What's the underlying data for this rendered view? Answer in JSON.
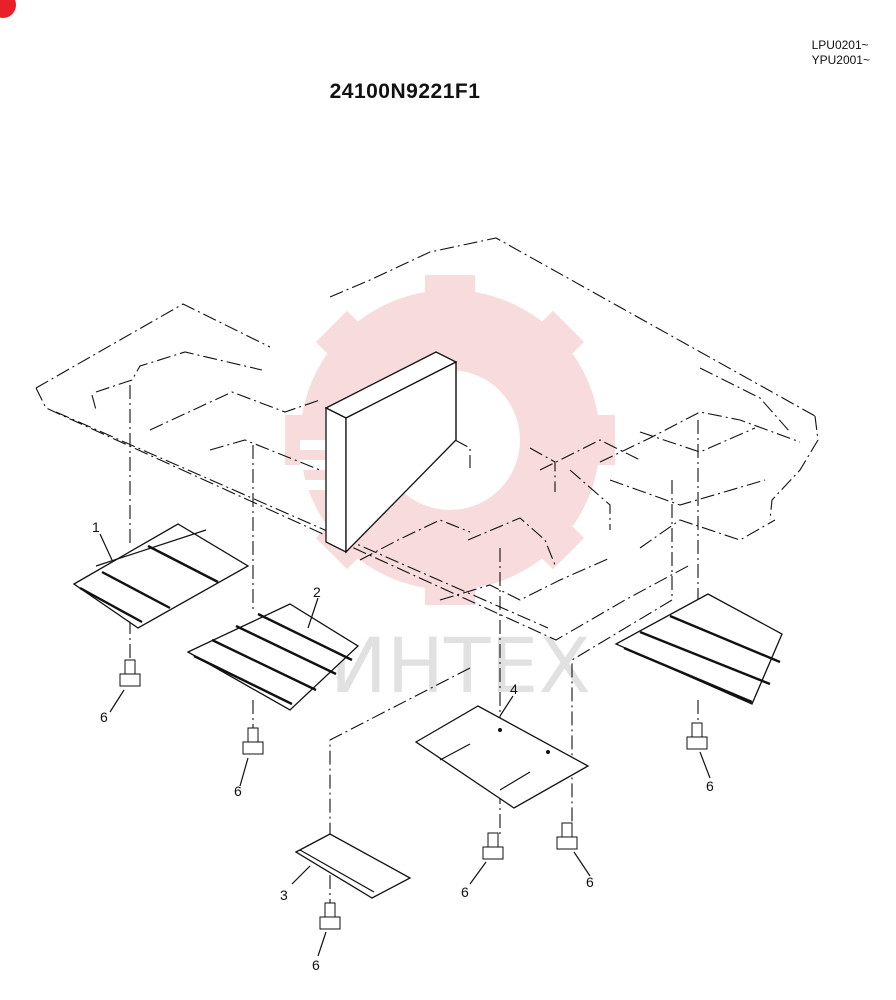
{
  "header": {
    "serial_line_1": "LPU0201~",
    "serial_line_2": "YPU2001~",
    "part_number": "24100N9221F1"
  },
  "watermark": {
    "text": "ИНТЕХ",
    "color": "#f2b8bc"
  },
  "callouts": {
    "c1": "1",
    "c2": "2",
    "c3": "3",
    "c4": "4",
    "c6a": "6",
    "c6b": "6",
    "c6c": "6",
    "c6d": "6",
    "c6e": "6",
    "c6f": "6"
  }
}
